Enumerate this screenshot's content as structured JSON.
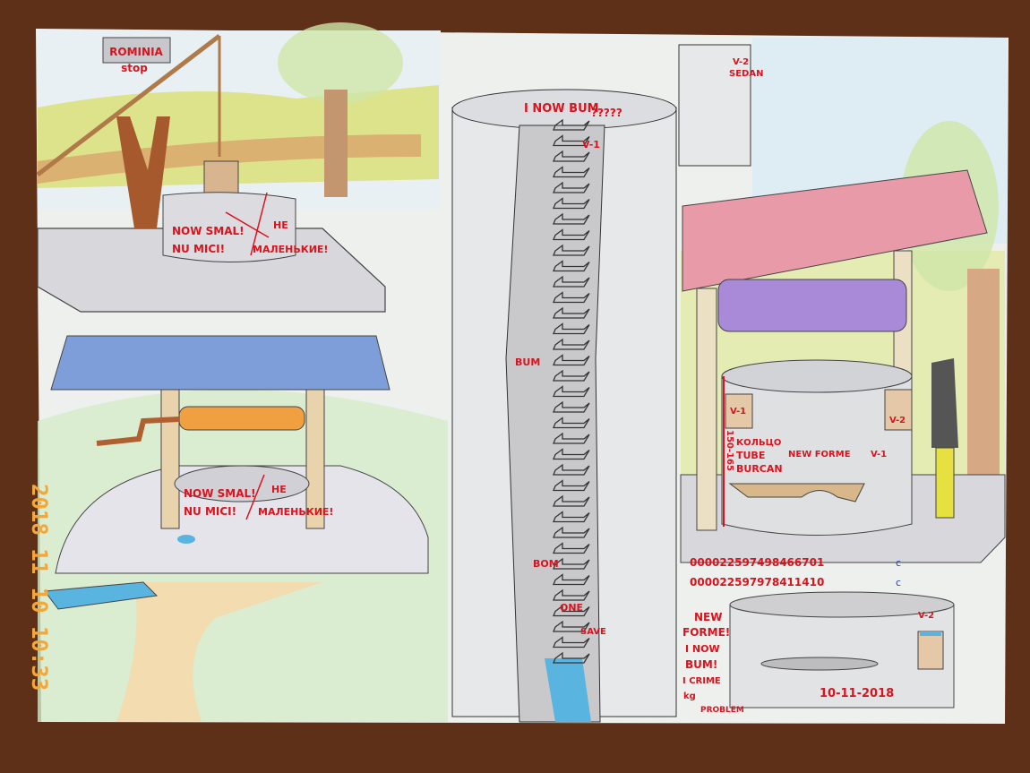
{
  "photo_timestamp": "2018 11 10 10:33",
  "colors": {
    "wood_table": "#5e3018",
    "paper": "#eef0ee",
    "ink_red": "#d8141e",
    "ink_blue": "#1c3fbf",
    "water": "#5ab4e0"
  },
  "top_left_well": {
    "sign": "ROMINIA",
    "sign_sub": "stop",
    "note_1": "NOW SMAL!",
    "note_2": "NU MICI!",
    "note_3": "НЕ",
    "note_4": "МАЛЕНЬКИЕ!"
  },
  "middle_left_well": {
    "note_1": "NOW SMAL!",
    "note_2": "NU MICI!",
    "note_3": "НЕ",
    "note_4": "МАЛЕНЬКИЕ!"
  },
  "center_shaft": {
    "title": "I NOW BUM",
    "questions": "?????",
    "version": "V-1",
    "label_bum": "BUM",
    "label_bom": "BOM",
    "label_one": "ONE",
    "label_save": "SAVE"
  },
  "top_right_tube": {
    "version": "V-2",
    "label": "SEDAN"
  },
  "right_well": {
    "bucket_left": "V-1",
    "bucket_right": "V-2",
    "height": "150-165",
    "name_ru": "КОЛЬЦО",
    "name_en": "TUBE",
    "name_ro": "BURCAN",
    "new_form": "NEW FORME",
    "version": "V-1",
    "number_1": "000022597498466701",
    "number_1_suffix": "c",
    "number_2": "000022597978411410",
    "number_2_suffix": "c"
  },
  "bottom_right": {
    "note_1": "NEW",
    "note_2": "FORME!",
    "note_3": "I NOW",
    "note_4": "BUM!",
    "note_5": "I CRIME",
    "note_6": "kg",
    "note_7": "PROBLEM",
    "version": "V-2",
    "date": "10-11-2018"
  }
}
